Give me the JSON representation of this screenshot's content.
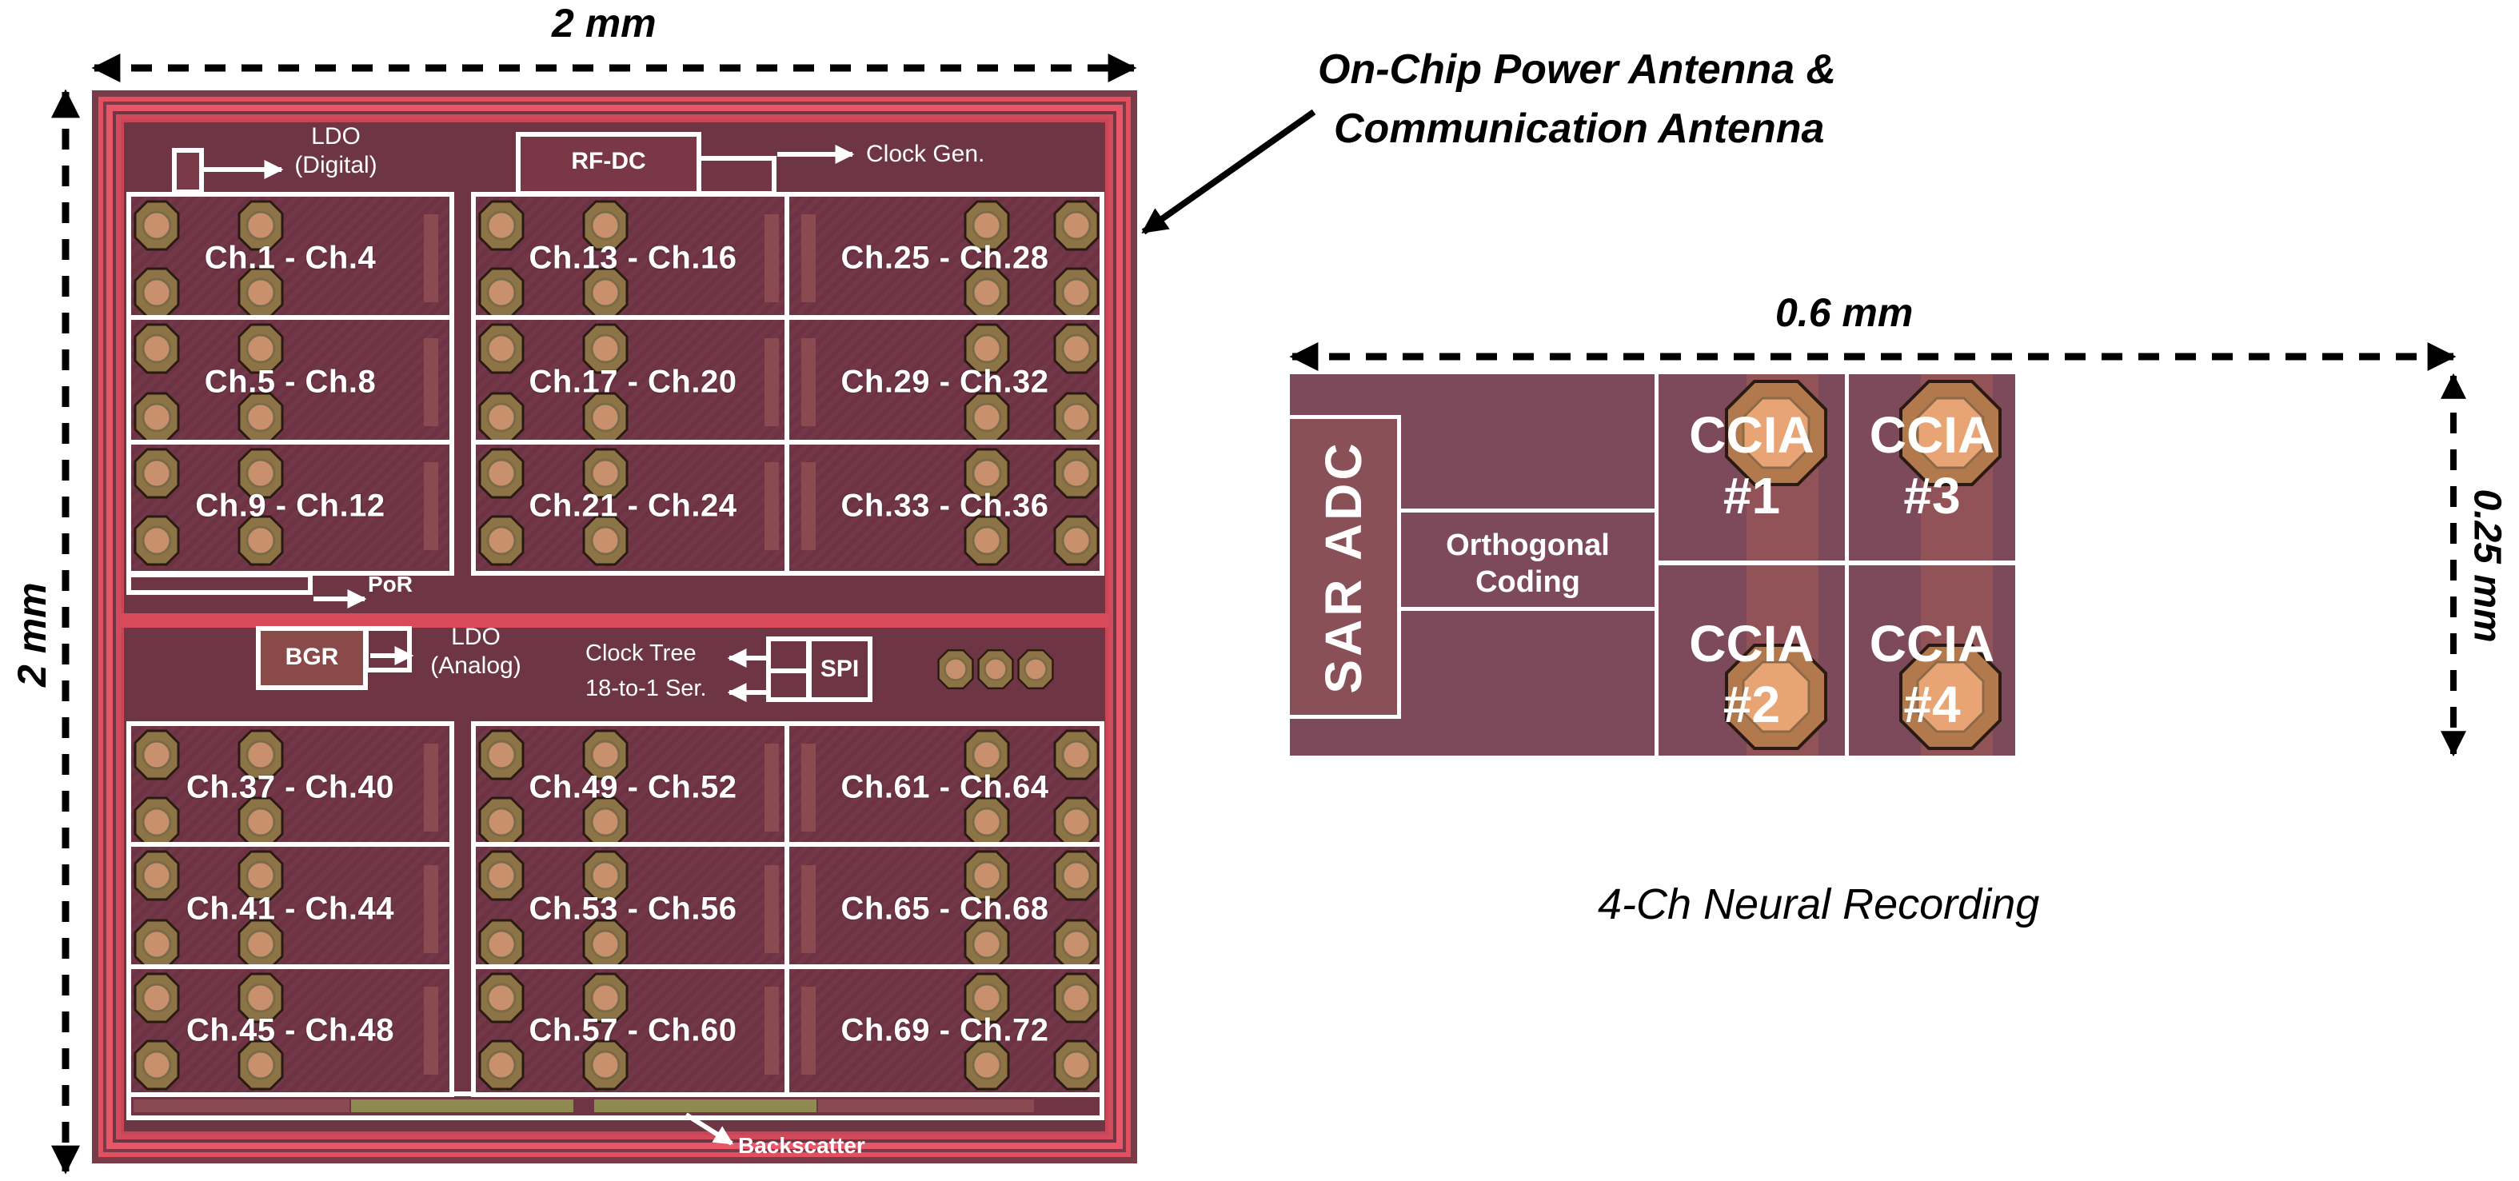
{
  "figure": {
    "left_chip": {
      "width_label": "2 mm",
      "height_label": "2 mm",
      "top_blocks": {
        "ldo_digital": [
          "LDO",
          "(Digital)"
        ],
        "rf_dc": "RF-DC",
        "clock_gen": "Clock Gen."
      },
      "upper_groups": [
        [
          "Ch.1 - Ch.4",
          "Ch.5 - Ch.8",
          "Ch.9 - Ch.12"
        ],
        [
          "Ch.13 - Ch.16",
          "Ch.17 - Ch.20",
          "Ch.21 - Ch.24"
        ],
        [
          "Ch.25 - Ch.28",
          "Ch.29 - Ch.32",
          "Ch.33 - Ch.36"
        ]
      ],
      "por": "PoR",
      "mid_blocks": {
        "bgr": "BGR",
        "ldo_analog": [
          "LDO",
          "(Analog)"
        ],
        "clock_tree": "Clock Tree",
        "serializer": "18-to-1 Ser.",
        "spi": "SPI"
      },
      "lower_groups": [
        [
          "Ch.37 - Ch.40",
          "Ch.41 - Ch.44",
          "Ch.45 - Ch.48"
        ],
        [
          "Ch.49 - Ch.52",
          "Ch.53 - Ch.56",
          "Ch.57 - Ch.60"
        ],
        [
          "Ch.61 - Ch.64",
          "Ch.65 - Ch.68",
          "Ch.69 - Ch.72"
        ]
      ],
      "backscatter": "Backscatter"
    },
    "antenna_callout": [
      "On-Chip Power Antenna &",
      "Communication Antenna"
    ],
    "right_die": {
      "width_label": "0.6 mm",
      "height_label": "0.25 mm",
      "sar_adc": "SAR ADC",
      "orthogonal_coding": [
        "Orthogonal",
        "Coding"
      ],
      "ccia": [
        {
          "name": "CCIA",
          "index": "#1"
        },
        {
          "name": "CCIA",
          "index": "#2"
        },
        {
          "name": "CCIA",
          "index": "#3"
        },
        {
          "name": "CCIA",
          "index": "#4"
        }
      ],
      "caption": "4-Ch Neural Recording"
    },
    "colors": {
      "die_background": "#6e3645",
      "seal_ring": "#e3525f",
      "pad_ring": "#8b7a4a",
      "pad_core": "#c48a6a",
      "annotation": "#ffffff",
      "dimension_arrow": "#000000"
    }
  }
}
